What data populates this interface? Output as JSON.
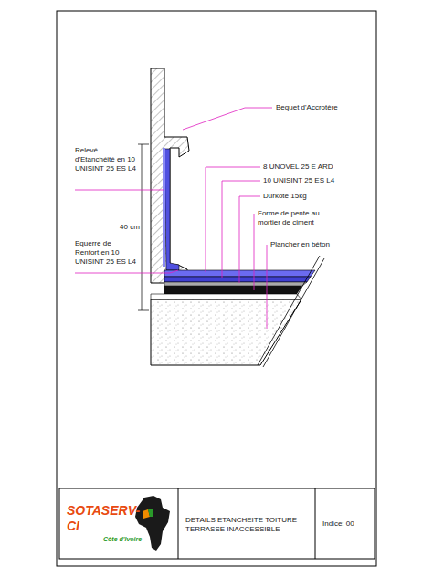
{
  "diagram": {
    "nodes": [
      {
        "text": [
          "SOTASERV-CI",
          "Côte d'Ivoire"
        ]
      },
      {
        "text": [
          "DETAILS ETANCHEITE TOITURE TERRASSE INACCESSIBLE"
        ]
      },
      {
        "text": [
          "Indice: 00"
        ]
      }
    ],
    "labels": [
      "Bequet d'Accrotère",
      "8 UNOVEL 25 E ARD",
      "10 UNISINT 25 ES L4",
      "Durkote 15kg",
      "Forme de pente au mortier de ciment",
      "Plancher en béton",
      "Relevé d'Etanchéité en 10 UNISINT 25 ES L4",
      "40 cm",
      "Equerre de Renfort en 10 UNISINT 25 ES L4"
    ]
  }
}
